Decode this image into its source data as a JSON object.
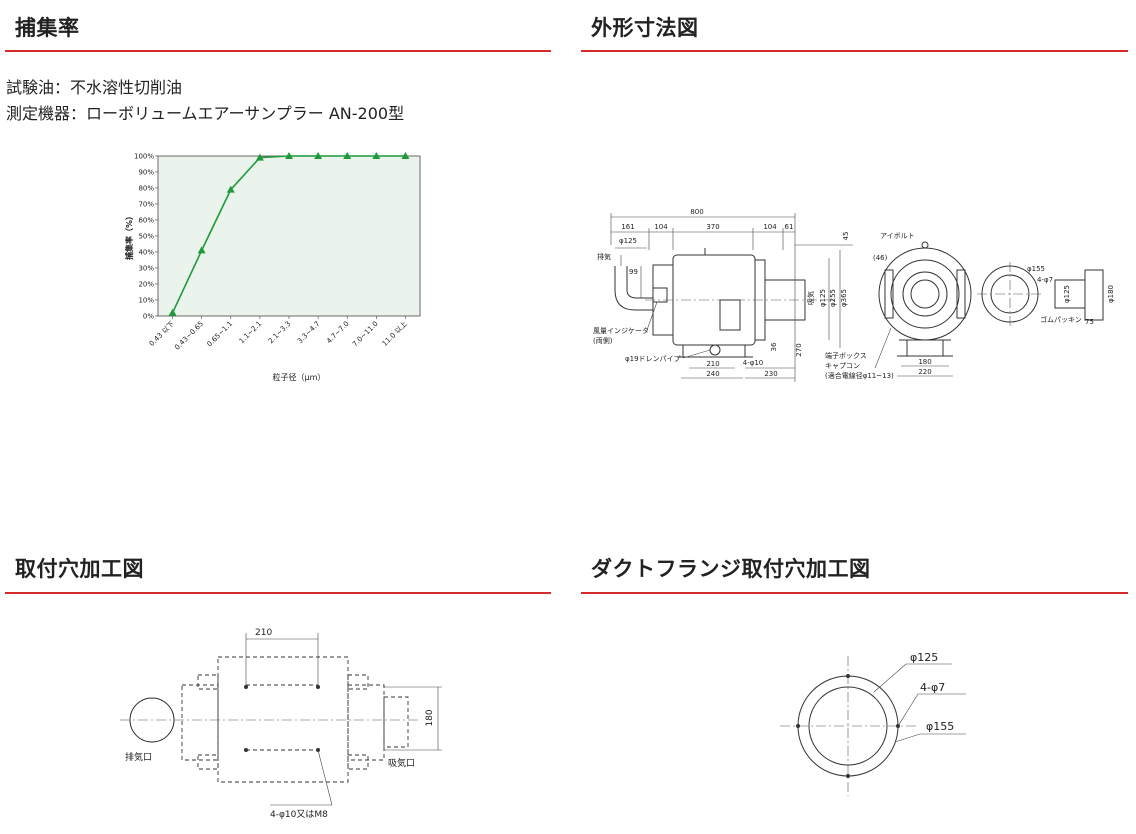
{
  "sections": {
    "efficiency": "捕集率",
    "dimensions": "外形寸法図",
    "mounting": "取付穴加工図",
    "flange": "ダクトフランジ取付穴加工図"
  },
  "spec": {
    "oil": "試験油：不水溶性切削油",
    "instrument": "測定機器：ローボリュームエアーサンプラー AN-200型"
  },
  "chart_data": {
    "type": "line",
    "categories": [
      "0.43 以下",
      "0.43~0.65",
      "0.65~1.1",
      "1.1~2.1",
      "2.1~3.3",
      "3.3~4.7",
      "4.7~7.0",
      "7.0~11.0",
      "11.0 以上"
    ],
    "series": [
      {
        "values": [
          2,
          41,
          79,
          99,
          100,
          100,
          100,
          100,
          100
        ]
      }
    ],
    "ylabel": "捕集率（%）",
    "xlabel": "粒子径（μm）",
    "ylim": [
      0,
      100
    ],
    "yticks": [
      "0%",
      "10%",
      "20%",
      "30%",
      "40%",
      "50%",
      "60%",
      "70%",
      "80%",
      "90%",
      "100%"
    ],
    "grid": false,
    "colors": {
      "line": "#1f9a3a",
      "fill": "#eaf4ec"
    }
  },
  "dim_drawing": {
    "overall": "800",
    "d161": "161",
    "d104a": "104",
    "d370": "370",
    "d104b": "104",
    "d61": "61",
    "d45": "45",
    "phi125": "φ125",
    "exhaust": "排気",
    "d99": "99",
    "indicator": "風量インジケータ",
    "both_sides": "(両側)",
    "drain": "φ19ドレンパイプ",
    "d210": "210",
    "d240": "240",
    "d4phi10": "4-φ10",
    "d230": "230",
    "d36": "36",
    "d270": "270",
    "intake": "吸気",
    "phi255": "φ255",
    "phi365": "φ365",
    "d46": "(46)",
    "eyebolt": "アイボルト",
    "terminal_box": "端子ボックス",
    "cap_con": "キャプコン",
    "wire_range": "(適合電線径φ11~13)",
    "d180": "180",
    "d220": "220",
    "phi155": "φ155",
    "d4phi7": "4-φ7",
    "phi125b": "φ125",
    "phi180": "φ180",
    "gasket": "ゴムパッキン",
    "d75": "75"
  },
  "mount_drawing": {
    "d210": "210",
    "d180": "180",
    "exhaust_port": "排気口",
    "intake_port": "吸気口",
    "holes": "4-φ10又はM8"
  },
  "flange_drawing": {
    "phi125": "φ125",
    "holes": "4-φ7",
    "phi155": "φ155"
  }
}
